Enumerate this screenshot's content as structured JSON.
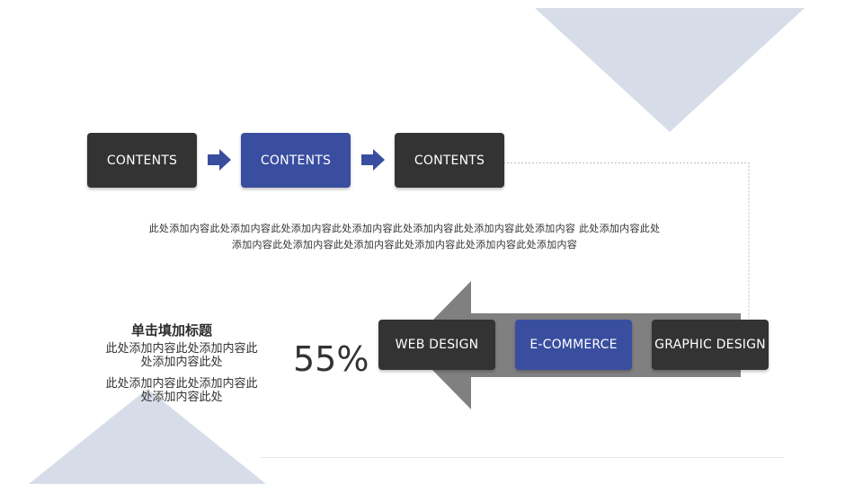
{
  "colors": {
    "dark_box": "#333333",
    "accent_blue": "#3a4ea0",
    "triangle": "#d7dde8",
    "big_arrow": "#808080"
  },
  "flow": {
    "boxes": [
      {
        "label": "CONTENTS"
      },
      {
        "label": "CONTENTS"
      },
      {
        "label": "CONTENTS"
      }
    ]
  },
  "description": {
    "line1": "此处添加内容此处添加内容此处添加内容此处添加内容此处添加内容此处添加内容此处添加内容  此处添加内容此处",
    "line2": "添加内容此处添加内容此处添加内容此处添加内容此处添加内容此处添加内容"
  },
  "side": {
    "title": "单击填加标题",
    "text1_line1": "此处添加内容此处添加内容此",
    "text1_line2": "处添加内容此处",
    "text2_line1": "此处添加内容此处添加内容此",
    "text2_line2": "处添加内容此处"
  },
  "stat": {
    "percent": "55%"
  },
  "categories": [
    {
      "label": "WEB DESIGN"
    },
    {
      "label": "E-COMMERCE"
    },
    {
      "label": "GRAPHIC DESIGN"
    }
  ]
}
